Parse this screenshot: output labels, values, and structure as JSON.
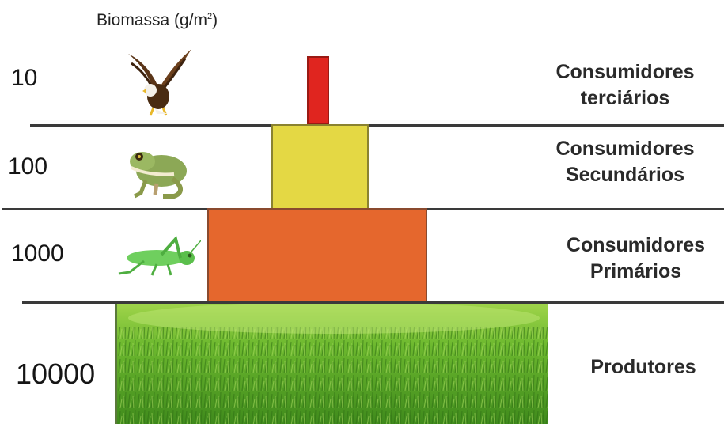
{
  "header": {
    "title": "Biomassa (g/m",
    "superscript": "2",
    "title_close": ")"
  },
  "levels": [
    {
      "value": "10",
      "label_line1": "Consumidores",
      "label_line2": "terciários",
      "organism": "eagle-icon"
    },
    {
      "value": "100",
      "label_line1": "Consumidores",
      "label_line2": "Secundários",
      "organism": "frog-icon"
    },
    {
      "value": "1000",
      "label_line1": "Consumidores",
      "label_line2": "Primários",
      "organism": "grasshopper-icon"
    },
    {
      "value": "10000",
      "label_line1": "Produtores",
      "label_line2": "",
      "organism": "grass-image"
    }
  ],
  "colors": {
    "tertiary": "#e0251f",
    "secondary": "#e4d844",
    "primary": "#e5672d",
    "producers": "#5aa828",
    "divider": "#3a3a3a"
  }
}
